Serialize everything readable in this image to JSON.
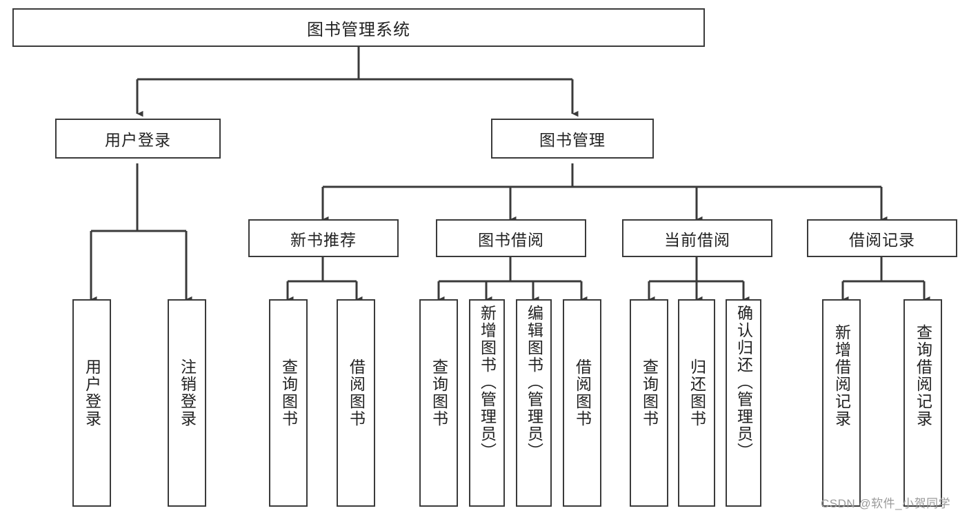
{
  "diagram": {
    "title": "图书管理系统",
    "type": "tree",
    "root": {
      "label": "图书管理系统"
    },
    "level2": [
      {
        "label": "用户登录"
      },
      {
        "label": "图书管理"
      }
    ],
    "level3": [
      {
        "label": "新书推荐"
      },
      {
        "label": "图书借阅"
      },
      {
        "label": "当前借阅"
      },
      {
        "label": "借阅记录"
      }
    ],
    "leaves": {
      "user_login": [
        {
          "label": "用户登录"
        },
        {
          "label": "注销登录"
        }
      ],
      "new_book_recommend": [
        {
          "label": "查询图书"
        },
        {
          "label": "借阅图书"
        }
      ],
      "book_borrow": [
        {
          "label": "查询图书"
        },
        {
          "label": "新增图书（管理员）"
        },
        {
          "label": "编辑图书（管理员）"
        },
        {
          "label": "借阅图书"
        }
      ],
      "current_borrow": [
        {
          "label": "查询图书"
        },
        {
          "label": "归还图书"
        },
        {
          "label": "确认归还（管理员）"
        }
      ],
      "borrow_record": [
        {
          "label": "新增借阅记录"
        },
        {
          "label": "查询借阅记录"
        }
      ]
    }
  },
  "watermark": {
    "text": "CSDN @软件_小贺同学"
  },
  "colors": {
    "stroke": "#3a3a3a",
    "text": "#222222",
    "background": "#ffffff",
    "watermark": "#9a9a9a"
  }
}
